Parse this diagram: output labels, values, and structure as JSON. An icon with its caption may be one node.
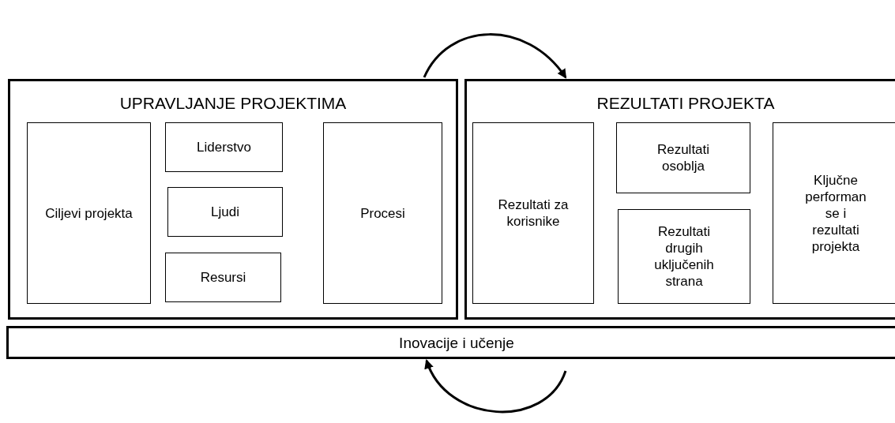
{
  "diagram": {
    "nodes": [
      {
        "text": [
          "UPRAVLJANJE PROJEKTIMA"
        ]
      },
      {
        "text": [
          "Ciljevi projekta"
        ],
        "in": 0
      },
      {
        "text": [
          "Liderstvo"
        ],
        "in": 0
      },
      {
        "text": [
          "Ljudi"
        ],
        "in": 0
      },
      {
        "text": [
          "Resursi"
        ],
        "in": 0
      },
      {
        "text": [
          "Procesi"
        ],
        "in": 0
      },
      {
        "text": [
          "REZULTATI PROJEKTA"
        ]
      },
      {
        "text": [
          "Rezultati za korisnike"
        ],
        "in": 6
      },
      {
        "text": [
          "Rezultati osoblja"
        ],
        "in": 6
      },
      {
        "text": [
          "Rezultati drugih uključenih strana"
        ],
        "in": 6
      },
      {
        "text": [
          "Ključne performan se i rezultati projekta"
        ],
        "in": 6
      },
      {
        "text": [
          "Inovacije i učenje"
        ]
      }
    ],
    "edges": [
      {
        "from": 0,
        "to": 6,
        "arrow": "to"
      },
      {
        "from": null,
        "to": 11,
        "arrow": "to"
      }
    ]
  }
}
